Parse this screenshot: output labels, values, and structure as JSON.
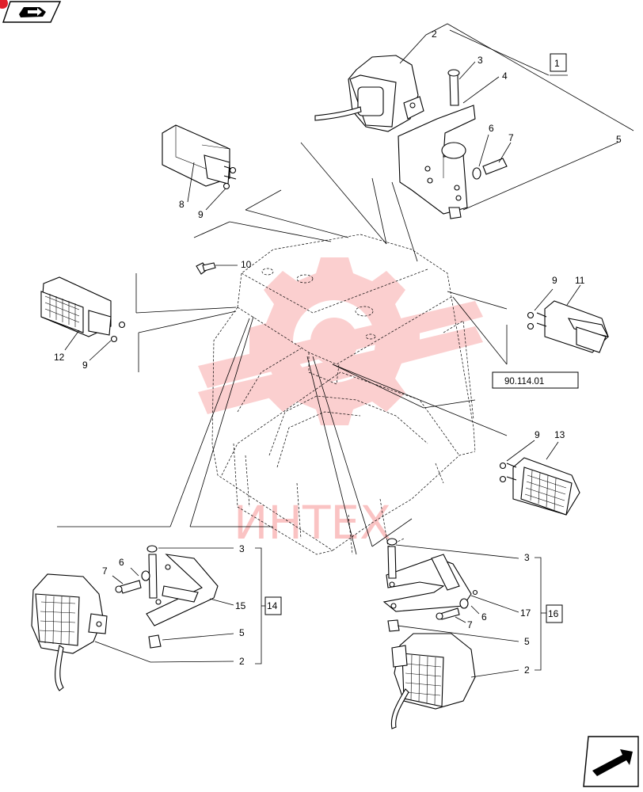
{
  "watermark": {
    "text": "ИНТЕХ",
    "color": "#ee2a2a"
  },
  "nav": {
    "top_left_icon": "book-arrow-icon",
    "bottom_right_icon": "next-page-arrow-icon"
  },
  "callouts": {
    "c2_top": "2",
    "c3_top": "3",
    "c4_top": "4",
    "c6_top": "6",
    "c7_top": "7",
    "c5_top": "5",
    "c8": "8",
    "c9_a": "9",
    "c10": "10",
    "c9_b": "9",
    "c12": "12",
    "c9_c": "9",
    "c11": "11",
    "c9_d": "9",
    "c13": "13",
    "c3_l": "3",
    "c6_l": "6",
    "c7_l": "7",
    "c15": "15",
    "c5_l": "5",
    "c2_l": "2",
    "c3_r": "3",
    "c17": "17",
    "c6_r": "6",
    "c7_r": "7",
    "c5_r": "5",
    "c2_r": "2"
  },
  "groups": {
    "g1": "1",
    "g14": "14",
    "g16": "16"
  },
  "reference": "90.114.01"
}
